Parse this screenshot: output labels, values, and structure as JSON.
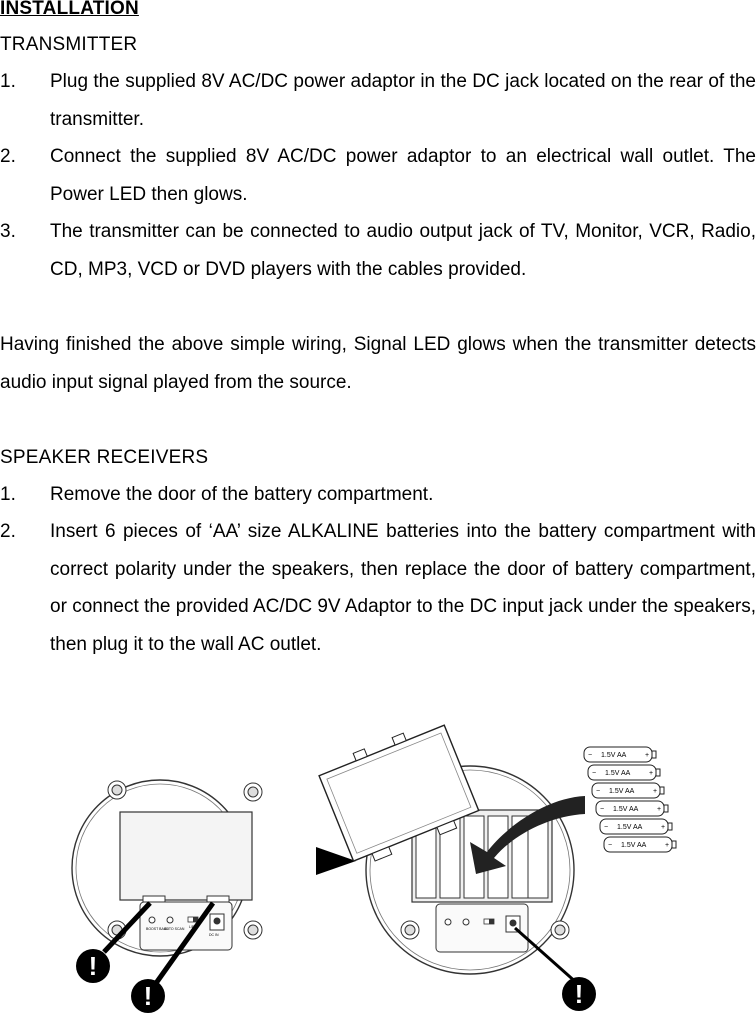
{
  "heading": "INSTALLATION",
  "transmitter": {
    "title": "TRANSMITTER",
    "steps": [
      {
        "num": "1.",
        "text": "Plug the supplied 8V AC/DC power adaptor in the DC jack located on the rear of the transmitter."
      },
      {
        "num": "2.",
        "text": "Connect the supplied 8V AC/DC power adaptor to an electrical wall outlet. The Power LED then glows."
      },
      {
        "num": "3.",
        "text": "The transmitter can be connected to audio output jack of TV, Monitor, VCR, Radio, CD, MP3, VCD or DVD players with the cables provided."
      }
    ],
    "note": "Having finished the above simple wiring, Signal LED glows when the transmitter detects audio input signal played from the source."
  },
  "speakers": {
    "title": "SPEAKER RECEIVERS",
    "steps": [
      {
        "num": "1.",
        "text": "Remove the door of the battery compartment."
      },
      {
        "num": "2.",
        "text": "Insert 6 pieces of ‘AA’ size ALKALINE batteries into the battery compartment with correct polarity under the speakers, then replace the door of battery compartment, or connect the provided AC/DC 9V Adaptor to the DC input jack under the speakers, then plug it to the wall AC outlet."
      }
    ]
  },
  "illustration": {
    "battery_label": "1.5V AA",
    "battery_minus": "−",
    "battery_plus": "+",
    "switch_labels": [
      "BOOST BASS",
      "AUTO SCAN",
      "L/R"
    ],
    "jack_label": "DC IN",
    "warning_mark": "!"
  }
}
